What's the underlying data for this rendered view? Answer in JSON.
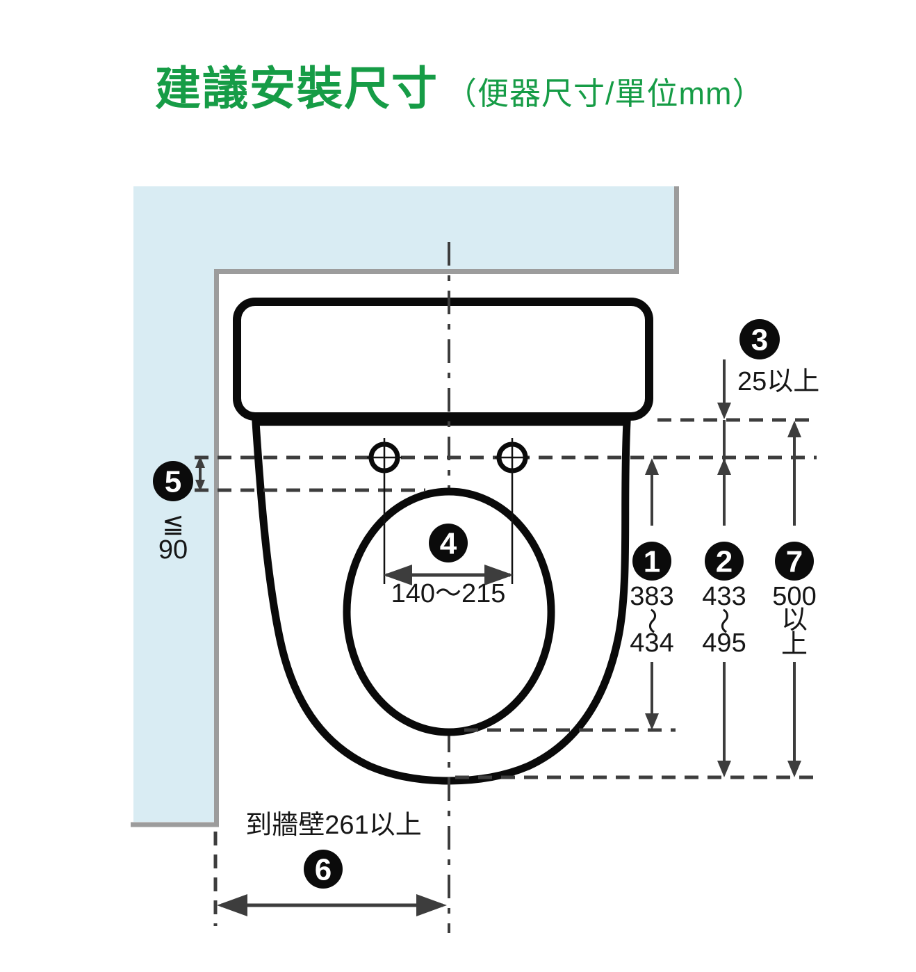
{
  "title": {
    "main": "建議安裝尺寸",
    "sub": "（便器尺寸/單位mm）"
  },
  "colors": {
    "title_green": "#169c46",
    "wall_blue": "#d9ecf3",
    "wall_edge_gray": "#9c9c9c",
    "dimension_line": "#3d3d3d",
    "outline_black": "#0a0a0a",
    "label_text": "#161616"
  },
  "dims": {
    "d1": {
      "num": "1",
      "value_lines": [
        "383",
        "～",
        "434"
      ]
    },
    "d2": {
      "num": "2",
      "value_lines": [
        "433",
        "～",
        "495"
      ]
    },
    "d3": {
      "num": "3",
      "label": "25以上"
    },
    "d4": {
      "num": "4",
      "label": "140～215"
    },
    "d5": {
      "num": "5",
      "value_lines": [
        "≦",
        "90"
      ]
    },
    "d6": {
      "num": "6",
      "label": "到牆壁261以上"
    },
    "d7": {
      "num": "7",
      "value_lines": [
        "500",
        "以",
        "上"
      ]
    }
  }
}
